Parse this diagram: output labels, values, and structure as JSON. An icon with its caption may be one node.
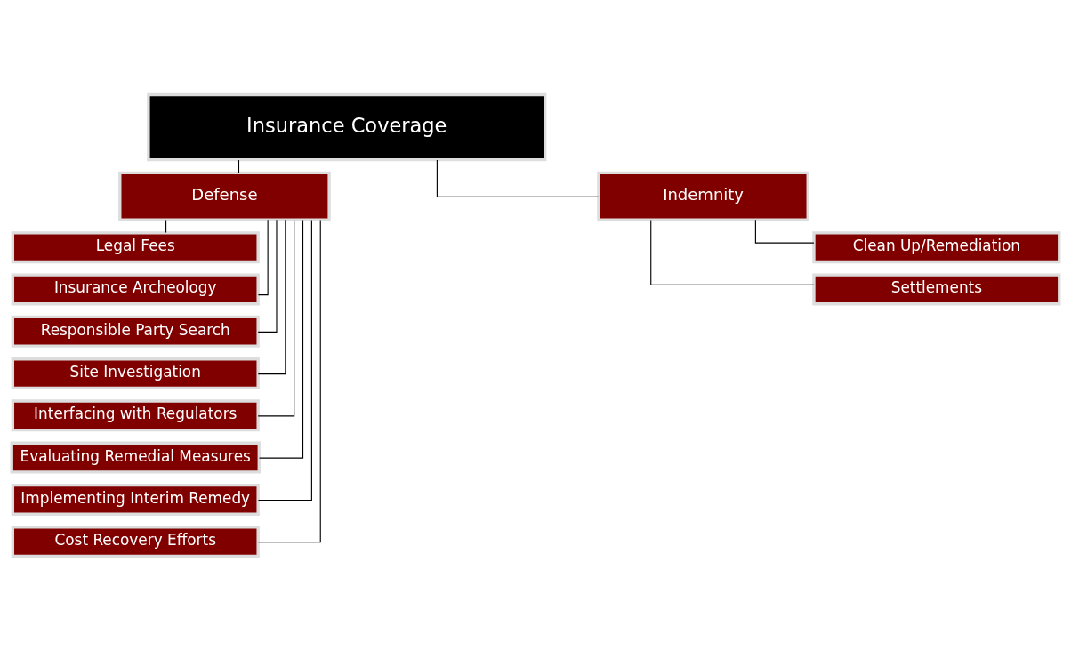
{
  "diagram": {
    "nodes": [
      {
        "text": [
          "Insurance Coverage"
        ]
      },
      {
        "text": [
          "Defense"
        ]
      },
      {
        "text": [
          "Indemnity"
        ]
      },
      {
        "text": [
          "Legal Fees"
        ]
      },
      {
        "text": [
          "Insurance Archeology"
        ]
      },
      {
        "text": [
          "Responsible Party Search"
        ]
      },
      {
        "text": [
          "Site Investigation"
        ]
      },
      {
        "text": [
          "Interfacing with Regulators"
        ]
      },
      {
        "text": [
          "Evaluating Remedial Measures"
        ]
      },
      {
        "text": [
          "Implementing Interim Remedy"
        ]
      },
      {
        "text": [
          "Cost Recovery Efforts"
        ]
      },
      {
        "text": [
          "Clean Up/Remediation"
        ]
      },
      {
        "text": [
          "Settlements"
        ]
      }
    ],
    "edges": [
      {
        "from": 0,
        "to": 1,
        "arrow": "none"
      },
      {
        "from": 0,
        "to": 2,
        "arrow": "none"
      },
      {
        "from": 1,
        "to": 3,
        "arrow": "none"
      },
      {
        "from": 1,
        "to": 4,
        "arrow": "none"
      },
      {
        "from": 1,
        "to": 5,
        "arrow": "none"
      },
      {
        "from": 1,
        "to": 6,
        "arrow": "none"
      },
      {
        "from": 1,
        "to": 7,
        "arrow": "none"
      },
      {
        "from": 1,
        "to": 8,
        "arrow": "none"
      },
      {
        "from": 1,
        "to": 9,
        "arrow": "none"
      },
      {
        "from": 1,
        "to": 10,
        "arrow": "none"
      },
      {
        "from": 2,
        "to": 11,
        "arrow": "none"
      },
      {
        "from": 2,
        "to": 12,
        "arrow": "none"
      }
    ]
  }
}
